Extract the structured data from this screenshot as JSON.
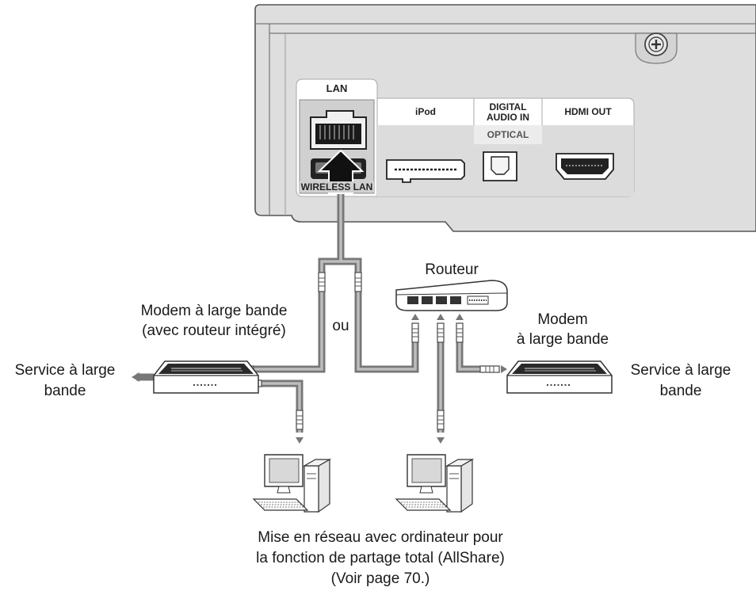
{
  "panel": {
    "lan": "LAN",
    "wireless_lan": "WIRELESS LAN",
    "ipod": "iPod",
    "digital_audio_in_line1": "DIGITAL",
    "digital_audio_in_line2": "AUDIO IN",
    "optical": "OPTICAL",
    "hdmi_out": "HDMI OUT"
  },
  "labels": {
    "routeur": "Routeur",
    "modem_integrated_line1": "Modem à large bande",
    "modem_integrated_line2": "(avec routeur intégré)",
    "ou": "ou",
    "modem_line1": "Modem",
    "modem_line2": "à large bande",
    "service_left_line1": "Service à large",
    "service_left_line2": "bande",
    "service_right_line1": "Service à large",
    "service_right_line2": "bande",
    "caption_line1": "Mise en réseau avec ordinateur pour",
    "caption_line2": "la fonction de partage total (AllShare)",
    "caption_line3": "(Voir page 70.)"
  }
}
